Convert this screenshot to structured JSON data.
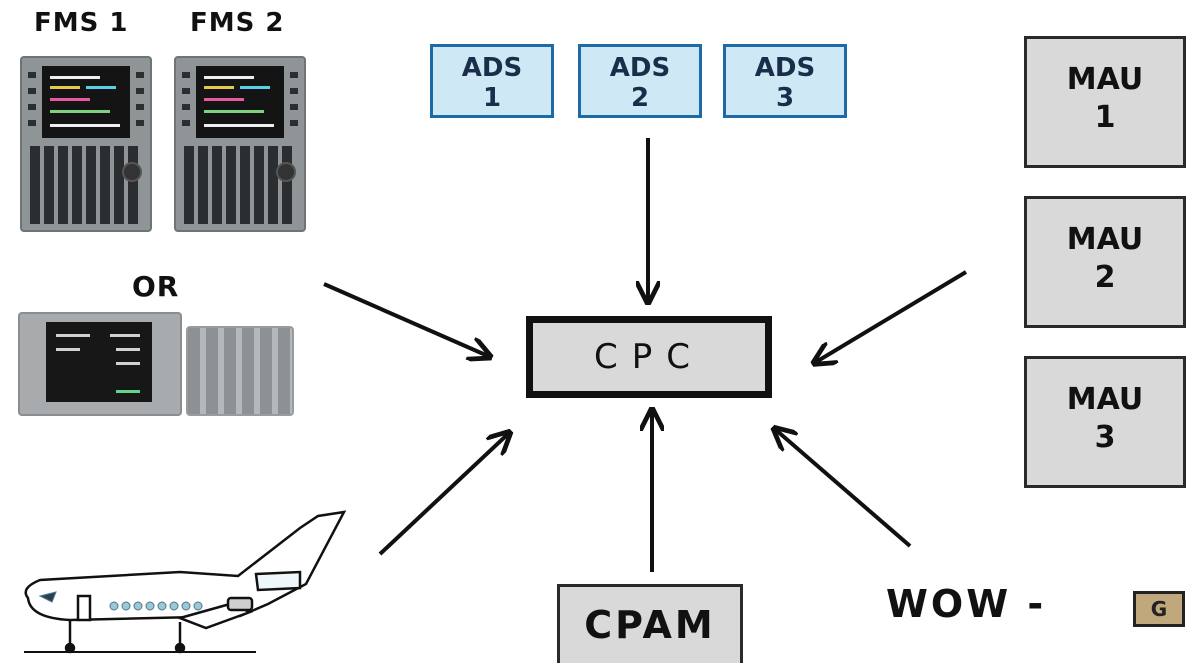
{
  "fms": {
    "label_1": "FMS 1",
    "label_2": "FMS 2",
    "or_label": "OR"
  },
  "ads_boxes": [
    {
      "line1": "ADS",
      "line2": "1"
    },
    {
      "line1": "ADS",
      "line2": "2"
    },
    {
      "line1": "ADS",
      "line2": "3"
    }
  ],
  "mau_boxes": [
    {
      "line1": "MAU",
      "line2": "1"
    },
    {
      "line1": "MAU",
      "line2": "2"
    },
    {
      "line1": "MAU",
      "line2": "3"
    }
  ],
  "cpc": {
    "label": "CPC"
  },
  "cpam": {
    "label": "CPAM"
  },
  "wow": {
    "label": "WOW -",
    "box_label": "G"
  },
  "colors": {
    "ads_fill": "#cfe8f6",
    "ads_border": "#1d6aa6",
    "box_fill": "#d9d9d9",
    "wow_box_fill": "#c1a77c"
  },
  "icons": [
    "fms-1-panel-icon",
    "fms-2-panel-icon",
    "alternate-control-panel-icon",
    "aircraft-icon"
  ]
}
